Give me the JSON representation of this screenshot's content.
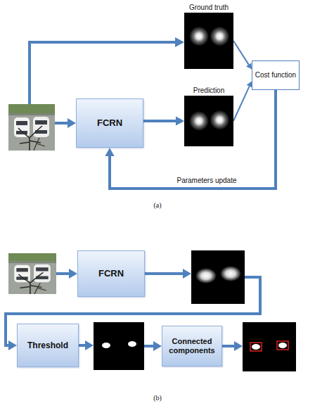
{
  "diagram": {
    "nodes": [
      {
        "text": [
          "Ground truth"
        ]
      },
      {
        "text": [
          "FCRN"
        ]
      },
      {
        "text": [
          "Prediction"
        ]
      },
      {
        "text": [
          "Cost function"
        ]
      },
      {
        "text": [
          "FCRN"
        ]
      },
      {
        "text": [
          "Threshold"
        ]
      },
      {
        "text": [
          "Connected components"
        ]
      }
    ],
    "edges": [
      {
        "from": 1,
        "to": 2,
        "arrow": "to"
      },
      {
        "from": 0,
        "to": 3,
        "arrow": "to"
      },
      {
        "from": 2,
        "to": 3,
        "arrow": "to"
      },
      {
        "from": 3,
        "to": 1,
        "label": "Parameters update",
        "arrow": "to"
      }
    ],
    "labels": [
      "(a)",
      "(b)"
    ]
  }
}
